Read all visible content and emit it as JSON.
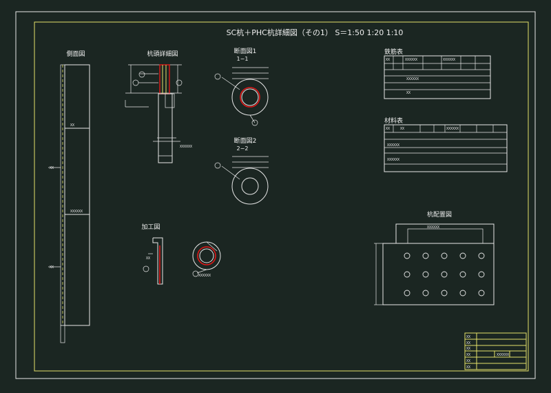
{
  "title": "SC杭＋PHC杭詳細図（その1） S＝1:50 1:20 1:10",
  "views": {
    "side": "側面図",
    "pile_head": "杭頭詳細図",
    "section1": "断面図1",
    "section1_mark": "1−1",
    "section2": "断面図2",
    "section2_mark": "2−2",
    "processing": "加工図",
    "layout": "杭配置図"
  },
  "tables": {
    "rebar": "鉄筋表",
    "material": "材料表"
  },
  "placeholder": "XX",
  "placeholder_long": "XXXXXX",
  "colors": {
    "background": "#1b2622",
    "frame": "#e8e8e8",
    "border": "#e6e36a",
    "rebar": "#e01818"
  }
}
